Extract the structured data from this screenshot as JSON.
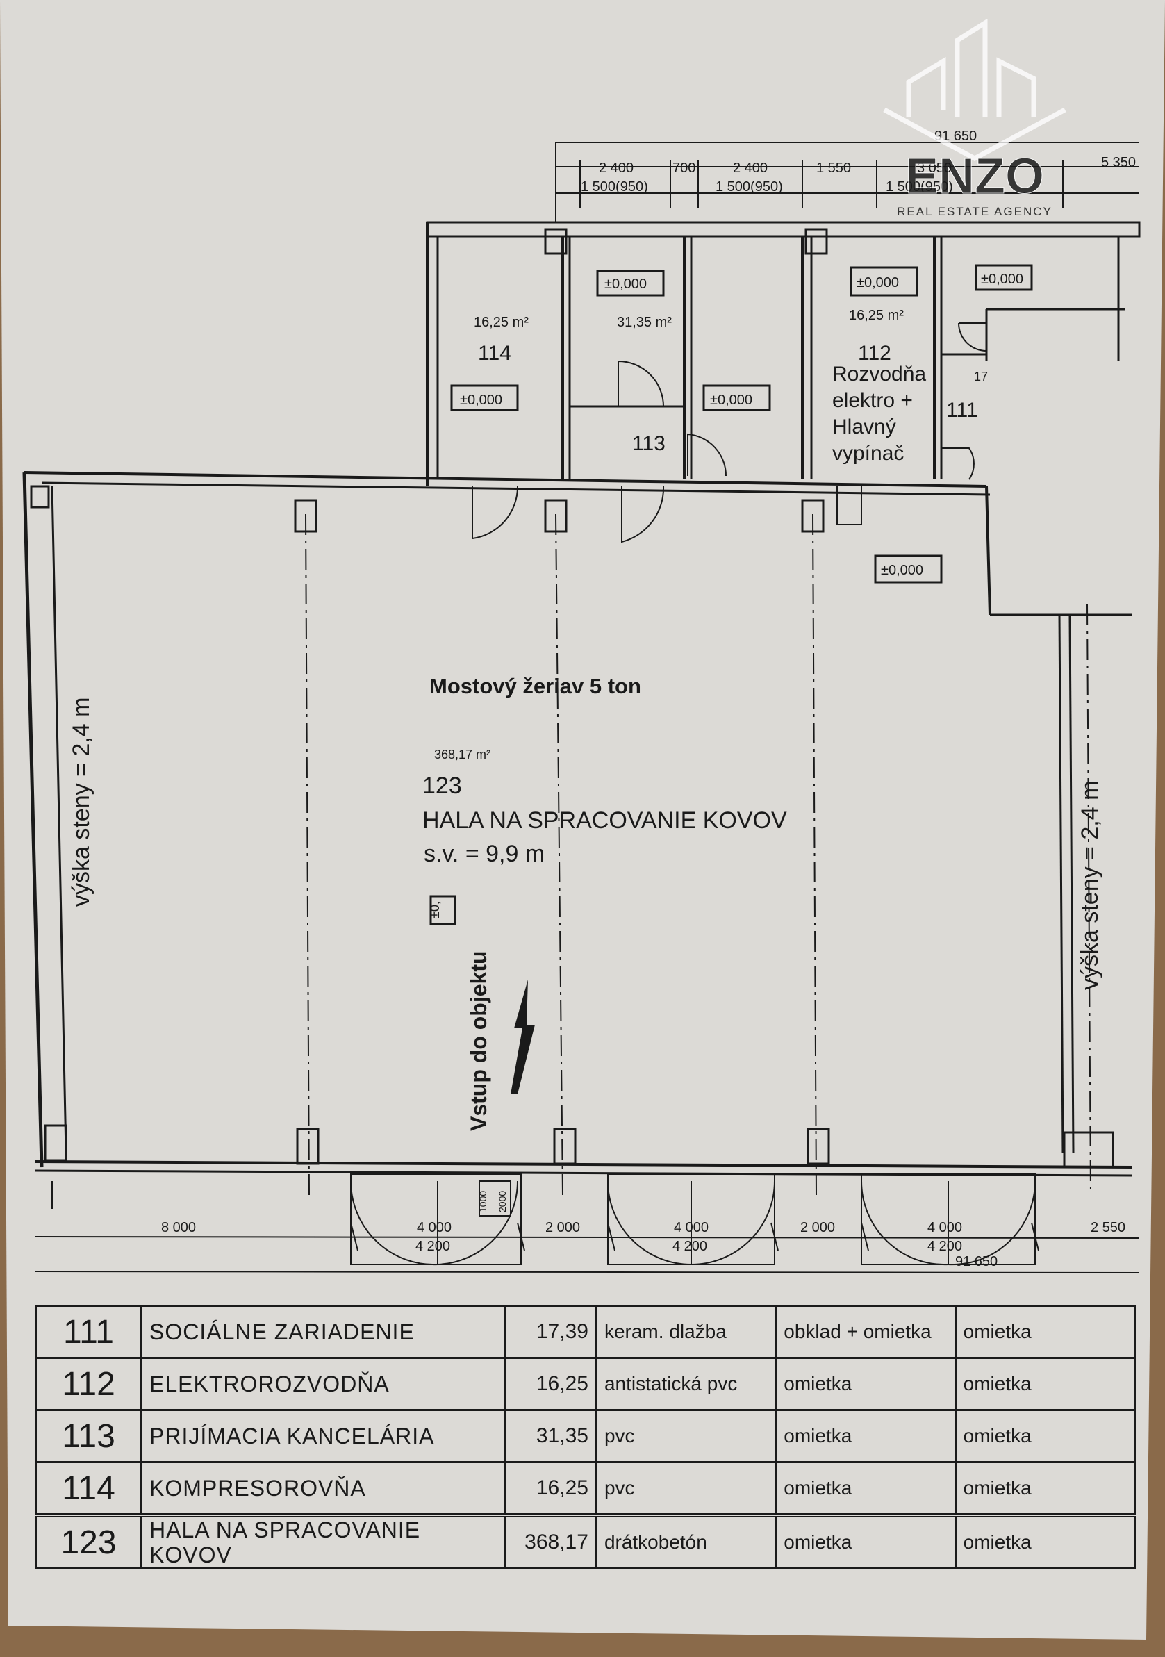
{
  "logo": {
    "name": "ENZO",
    "tagline": "REAL ESTATE AGENCY"
  },
  "dimensions": {
    "total_top": "91 650",
    "top": [
      "2 400",
      "1 500(950)",
      "700",
      "2 400",
      "1 500(950)",
      "1 550",
      "3 050",
      "1 500(950)",
      "5 350"
    ],
    "bottom": [
      "8 000",
      "4 000",
      "4 200",
      "2 000",
      "4 000",
      "4 200",
      "2 000",
      "4 000",
      "4 200",
      "2 550"
    ],
    "total_bottom": "91 650",
    "door_small": [
      "1000",
      "2000"
    ]
  },
  "rooms": {
    "r114": {
      "area": "16,25 m²",
      "number": "114",
      "level": "±0,000"
    },
    "r113": {
      "area": "31,35 m²",
      "number": "113",
      "level": "±0,000",
      "level2": "±0,000"
    },
    "r112": {
      "area": "16,25 m²",
      "number": "112",
      "level": "±0,000",
      "desc": [
        "Rozvodňa",
        "elektro +",
        "Hlavný",
        "vypínač"
      ]
    },
    "r111": {
      "number": "111",
      "level": "±0,000",
      "tag": "17"
    },
    "hall": {
      "crane": "Mostový žeriav 5 ton",
      "area": "368,17 m²",
      "number": "123",
      "name": "HALA NA SPRACOVANIE KOVOV",
      "height": "s.v. = 9,9 m",
      "level": "±0,000",
      "level_partial": "±0,"
    }
  },
  "walls": {
    "left": "výška steny = 2,4 m",
    "right": "výška steny = 2,4 m"
  },
  "entrance": "Vstup do objektu",
  "table": {
    "rows": [
      {
        "no": "111",
        "name": "SOCIÁLNE ZARIADENIE",
        "area": "17,39",
        "floor": "keram. dlažba",
        "wall": "obklad + omietka",
        "ceiling": "omietka"
      },
      {
        "no": "112",
        "name": "ELEKTROROZVODŇA",
        "area": "16,25",
        "floor": "antistatická pvc",
        "wall": "omietka",
        "ceiling": "omietka"
      },
      {
        "no": "113",
        "name": "PRIJÍMACIA KANCELÁRIA",
        "area": "31,35",
        "floor": "pvc",
        "wall": "omietka",
        "ceiling": "omietka"
      },
      {
        "no": "114",
        "name": "KOMPRESOROVŇA",
        "area": "16,25",
        "floor": "pvc",
        "wall": "omietka",
        "ceiling": "omietka"
      },
      {
        "no": "123",
        "name": "HALA NA SPRACOVANIE KOVOV",
        "area": "368,17",
        "floor": "drátkobetón",
        "wall": "omietka",
        "ceiling": "omietka"
      }
    ]
  }
}
